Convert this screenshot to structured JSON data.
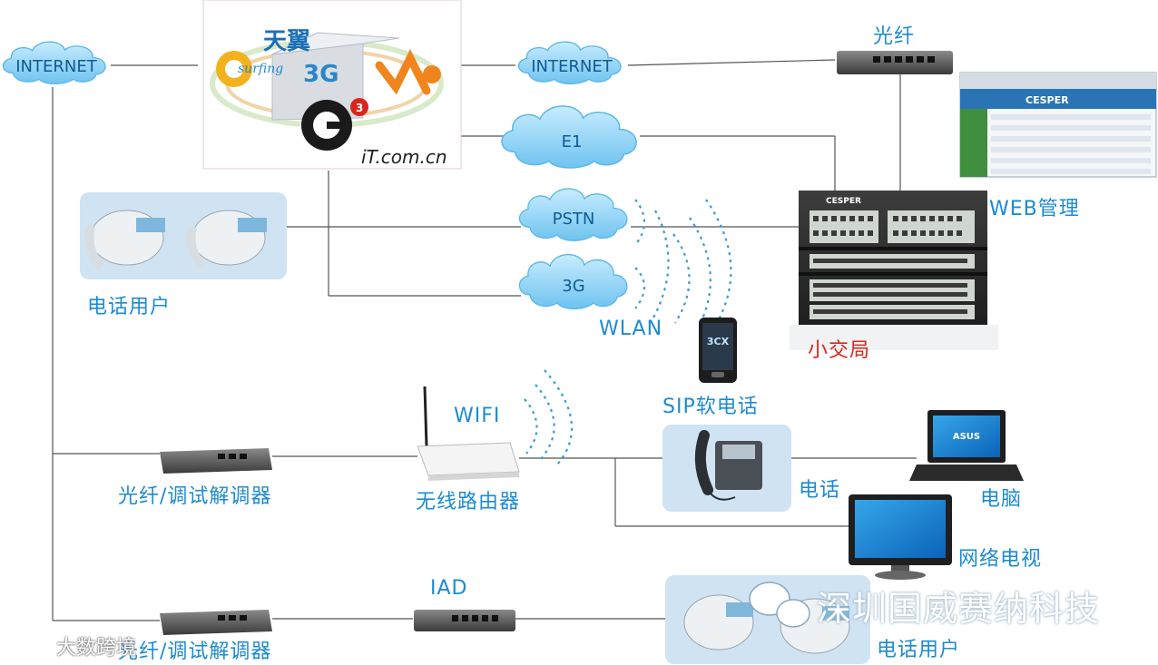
{
  "colors": {
    "label": "#1c8bd1",
    "label_red": "#d8261c",
    "line": "#555555",
    "cloud_fill": "#8fd2f5",
    "cloud_stroke": "#5ab8e8",
    "panel": "#cfe3f3",
    "waves": "#3a9ad9"
  },
  "clouds": {
    "internet_left": "INTERNET",
    "internet_mid": "INTERNET",
    "e1": "E1",
    "pstn": "PSTN",
    "g3": "3G"
  },
  "logo": {
    "brand_cn": "天翼",
    "brand_en": "surfing",
    "g3_text": "3G",
    "g3_mark": "3",
    "site": "iT.com.cn"
  },
  "labels": {
    "fiber": "光纤",
    "web_mgmt": "WEB管理",
    "pbx": "小交局",
    "phone_users_top": "电话用户",
    "wlan": "WLAN",
    "sip": "SIP软电话",
    "wifi": "WIFI",
    "modem1": "光纤/调试解调器",
    "router": "无线路由器",
    "phone": "电话",
    "pc": "电脑",
    "iptv": "网络电视",
    "iad": "IAD",
    "modem2": "光纤/调试解调器",
    "phone_users_bottom": "电话用户"
  },
  "devices": {
    "web_brand": "CESPER",
    "pbx_brand": "CESPER",
    "laptop_brand": "ASUS",
    "phone_screen": "3CX"
  },
  "watermarks": {
    "company": "深圳国威赛纳科技",
    "source": "大数跨境"
  }
}
